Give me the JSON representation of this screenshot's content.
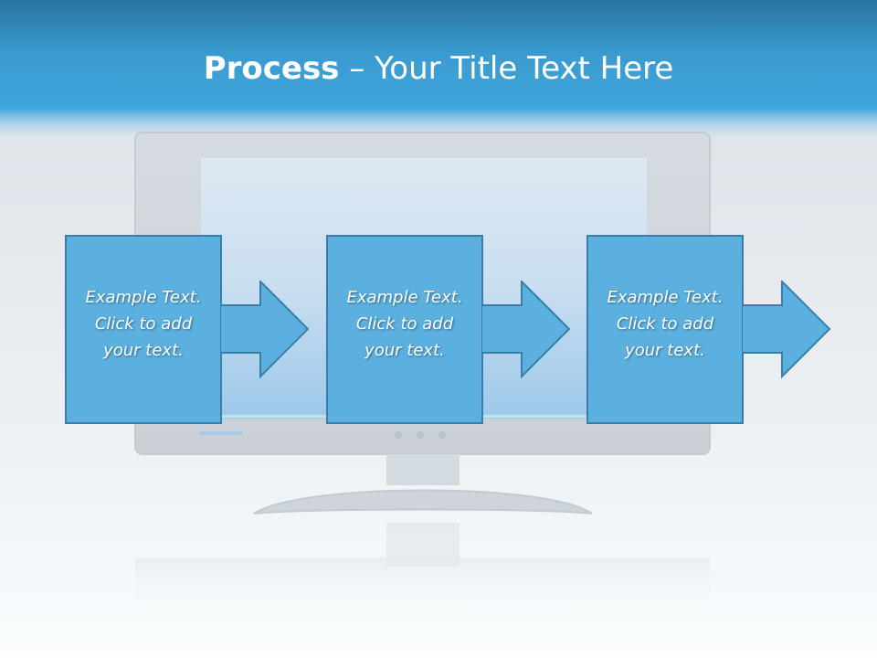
{
  "slide": {
    "title_bold": "Process",
    "title_rest": " – Your Title Text Here"
  },
  "steps": [
    {
      "line1": "Example Text.",
      "line2": "Click  to add",
      "line3": "your text."
    },
    {
      "line1": "Example Text.",
      "line2": "Click  to add",
      "line3": "your text."
    },
    {
      "line1": "Example Text.",
      "line2": "Click  to add",
      "line3": "your text."
    }
  ],
  "colors": {
    "header": "#40a6dc",
    "box_fill": "#5bb0df",
    "box_border": "#3a7ea8"
  }
}
